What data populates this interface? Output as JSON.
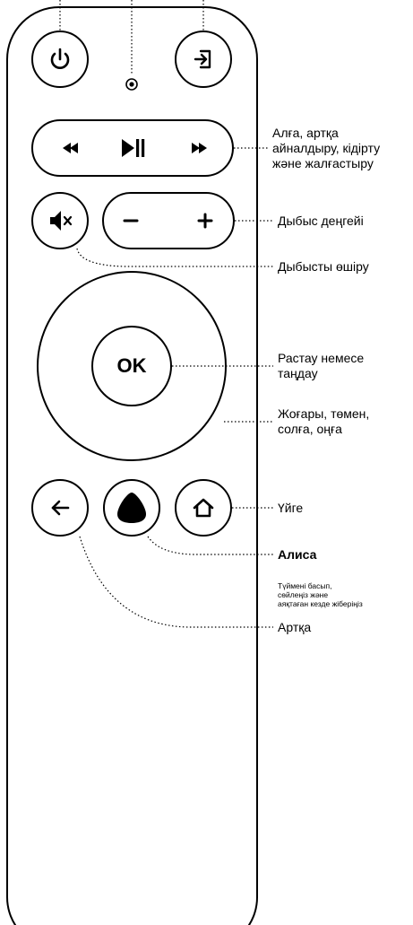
{
  "remote": {
    "center_button_label": "OK",
    "buttons": {
      "power": "power-icon",
      "input": "input-icon",
      "rewind": "rewind-icon",
      "play_pause": "play-pause-icon",
      "fast_forward": "fast-forward-icon",
      "mute": "mute-icon",
      "volume_down": "minus-icon",
      "volume_up": "plus-icon",
      "back": "arrow-left-icon",
      "alice": "alice-icon",
      "home": "home-icon"
    },
    "colors": {
      "outline": "#000000",
      "background": "#ffffff"
    }
  },
  "callouts": {
    "playback": [
      "Алға, артқа",
      "айналдыру, кідірту",
      "және жалғастыру"
    ],
    "volume": "Дыбыс деңгейі",
    "mute": "Дыбысты өшіру",
    "ok": [
      "Растау немесе",
      "таңдау"
    ],
    "navigation": [
      "Жоғары, төмен,",
      "солға, оңға"
    ],
    "home": "Үйге",
    "alice": {
      "title": "Алиса",
      "description": [
        "Түймені басып,",
        "сөйлеңіз және",
        "аяқтаған кезде жіберіңіз"
      ]
    },
    "back": "Артқа"
  }
}
